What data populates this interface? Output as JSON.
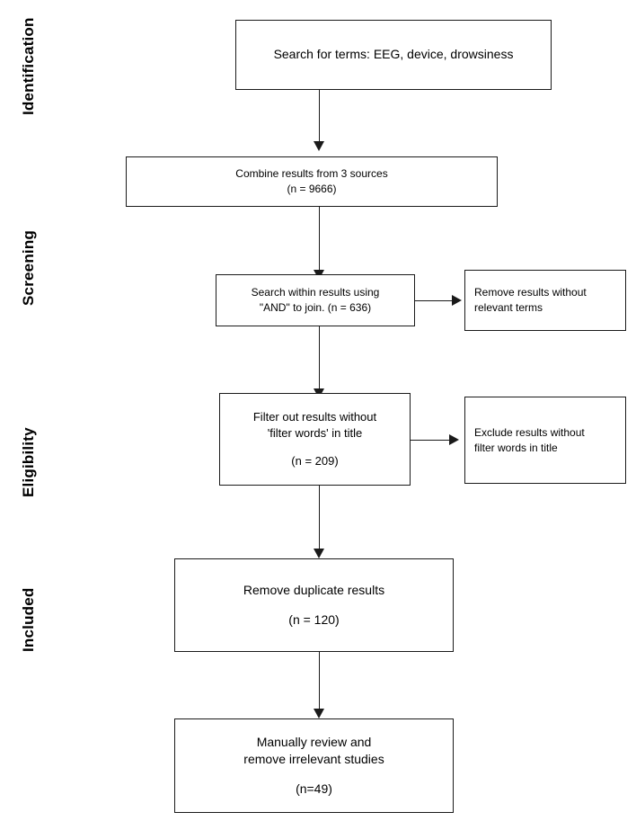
{
  "diagram": {
    "type": "prisma-flow-chart",
    "stage_labels": [
      {
        "name": "identification",
        "text": "Identification"
      },
      {
        "name": "screening",
        "text": "Screening"
      },
      {
        "name": "eligibility",
        "text": "Eligibility"
      },
      {
        "name": "included",
        "text": "Included"
      }
    ],
    "boxes": [
      {
        "name": "search-terms",
        "lines": [
          "Search for terms: EEG, device, drowsiness"
        ],
        "font_size": 14
      },
      {
        "name": "combine-results",
        "lines": [
          "Combine results from 3 sources",
          "(n = 9666)"
        ],
        "font_size": 12
      },
      {
        "name": "search-within-results",
        "lines": [
          "Search within results using",
          "\"AND\" to join. (n = 636)"
        ],
        "font_size": 12
      },
      {
        "name": "remove-results-without-relevant-terms",
        "lines": [
          "Remove results without",
          "relevant terms"
        ],
        "font_size": 12
      },
      {
        "name": "filter-out-results",
        "lines": [
          "Filter out results without",
          "'filter words' in title",
          "",
          "(n = 209)"
        ],
        "font_size": 13
      },
      {
        "name": "exclude-results-without-filter-words",
        "lines": [
          "Exclude results without",
          "filter words in title"
        ],
        "font_size": 12
      },
      {
        "name": "remove-duplicate-results",
        "lines": [
          "Remove duplicate results",
          "",
          "(n = 120)"
        ],
        "font_size": 14
      },
      {
        "name": "manually-review",
        "lines": [
          "Manually review and",
          "remove irrelevant studies",
          "",
          "(n=49)"
        ],
        "font_size": 14
      }
    ],
    "colors": {
      "stroke": "#1a1a1a",
      "fill": "#ffffff",
      "text": "#000000"
    }
  }
}
